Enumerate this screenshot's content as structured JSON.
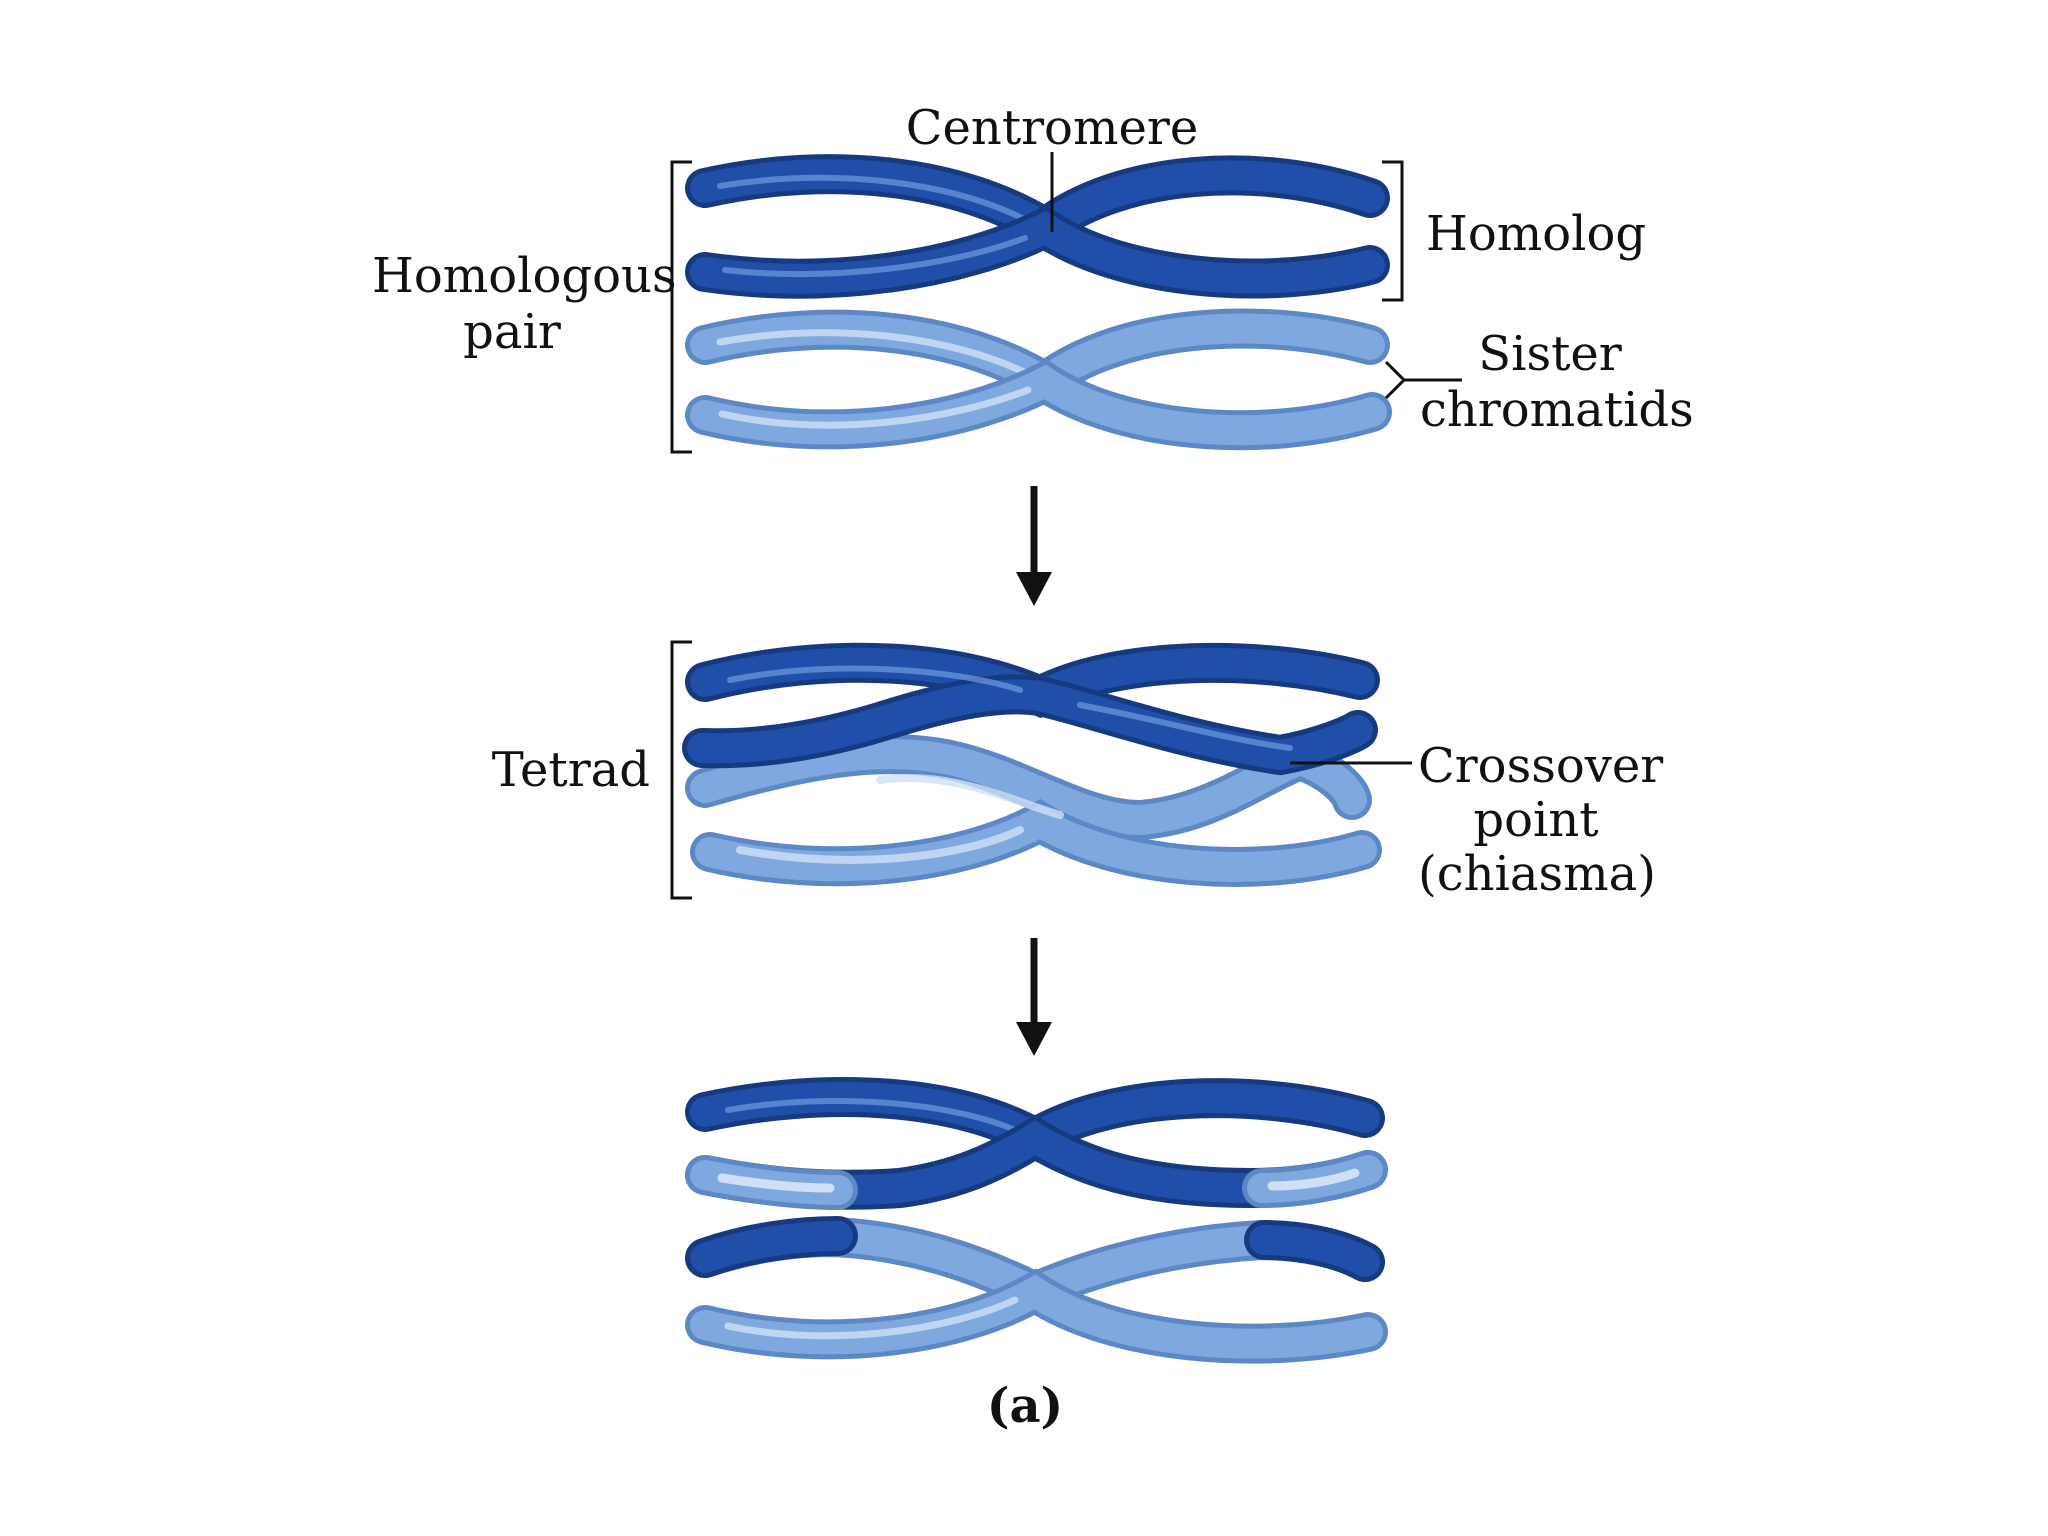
{
  "labels": {
    "centromere": "Centromere",
    "homologous_pair_line1": "Homologous",
    "homologous_pair_line2": "pair",
    "homolog": "Homolog",
    "sister_line1": "Sister",
    "sister_line2": "chromatids",
    "tetrad": "Tetrad",
    "crossover_line1": "Crossover",
    "crossover_line2": "point",
    "crossover_line3": "(chiasma)",
    "panel": "(a)"
  },
  "colors": {
    "dark_blue": "#1f4fa8",
    "dark_blue_edge": "#163a80",
    "light_blue": "#7ea8de",
    "light_blue_edge": "#5d88c6",
    "highlight": "#cfe0f6",
    "line": "#111111"
  }
}
